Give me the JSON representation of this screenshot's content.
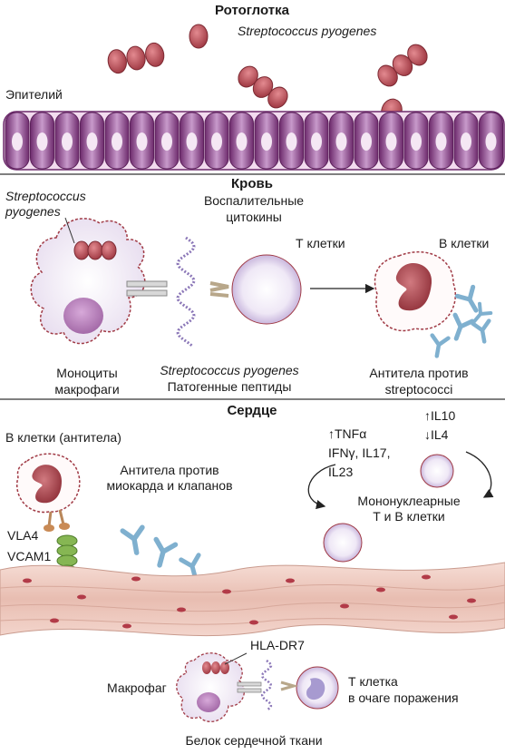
{
  "sections": {
    "oropharynx": {
      "title": "Ротоглотка",
      "bacteria_label": "Streptococcus pyogenes",
      "epithelium_label": "Эпителий"
    },
    "blood": {
      "title": "Кровь",
      "bacteria_label_line1": "Streptococcus",
      "bacteria_label_line2": "pyogenes",
      "cytokines_line1": "Воспалительные",
      "cytokines_line2": "цитокины",
      "t_cells": "Т клетки",
      "b_cells": "В клетки",
      "monocytes_line1": "Моноциты",
      "monocytes_line2": "макрофаги",
      "peptides_line1": "Streptococcus pyogenes",
      "peptides_line2": "Патогенные пептиды",
      "antibodies_line1": "Антитела против",
      "antibodies_line2": "streptococci"
    },
    "heart": {
      "title": "Сердце",
      "b_cells_antibodies": "В клетки (антитела)",
      "antibodies_line1": "Антитела против",
      "antibodies_line2": "миокарда и клапанов",
      "cytokines_line1": "↑TNFα",
      "cytokines_line2": "IFNγ, IL17,",
      "cytokines_line3": "IL23",
      "il10": "↑IL10",
      "il4": "↓IL4",
      "mononuclear_line1": "Мононуклеарные",
      "mononuclear_line2": "Т и В клетки",
      "vla4": "VLA4",
      "vcam1": "VCAM1",
      "hla": "HLA-DR7",
      "macrophage": "Макрофаг",
      "t_cell_line1": "Т клетка",
      "t_cell_line2": "в очаге поражения",
      "cardiac_protein": "Белок сердечной ткани"
    }
  },
  "colors": {
    "bacteria": "#b54a55",
    "epithelium": "#8e3f8a",
    "cell_membrane": "#a03a45",
    "antibody": "#8fbcd6",
    "vcam": "#86b653",
    "muscle": "#ecc9bf",
    "divider": "#555555"
  }
}
